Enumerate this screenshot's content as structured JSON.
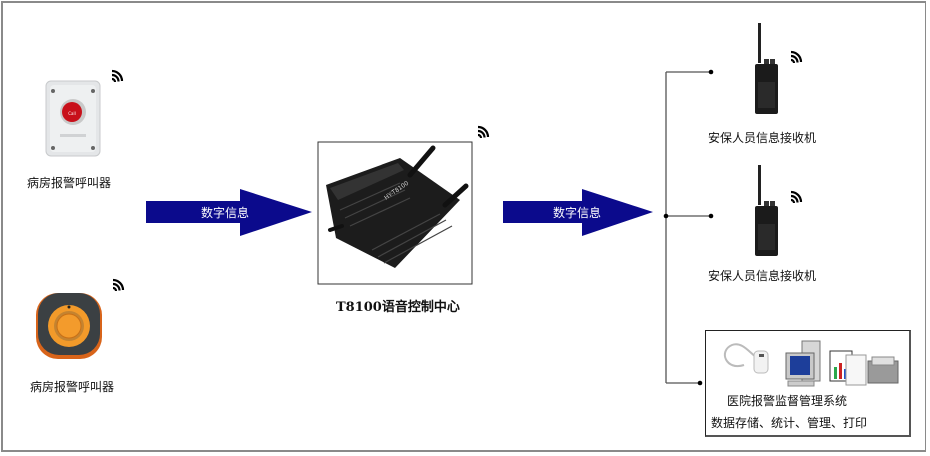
{
  "diagram": {
    "left_devices": [
      {
        "label": "病房报警呼叫器",
        "icon": "wall-call-button-icon",
        "button_text": "Call"
      },
      {
        "label": "病房报警呼叫器",
        "icon": "round-call-button-icon"
      }
    ],
    "arrows": [
      {
        "label": "数字信息"
      },
      {
        "label": "数字信息"
      }
    ],
    "center": {
      "label": "T8100语音控制中心",
      "icon": "voice-control-hub-icon",
      "device_text": "HY-T8100"
    },
    "receivers": [
      {
        "label": "安保人员信息接收机",
        "icon": "walkie-talkie-icon"
      },
      {
        "label": "安保人员信息接收机",
        "icon": "walkie-talkie-icon"
      }
    ],
    "system": {
      "title": "医院报警监督管理系统",
      "subtitle": "数据存储、统计、管理、打印",
      "icons": [
        "usb-device-icon",
        "computer-icon",
        "chart-report-icon",
        "printer-icon"
      ]
    }
  },
  "colors": {
    "arrow": "#0b0a8c",
    "line": "#555555",
    "frame": "#8a8a8a"
  }
}
